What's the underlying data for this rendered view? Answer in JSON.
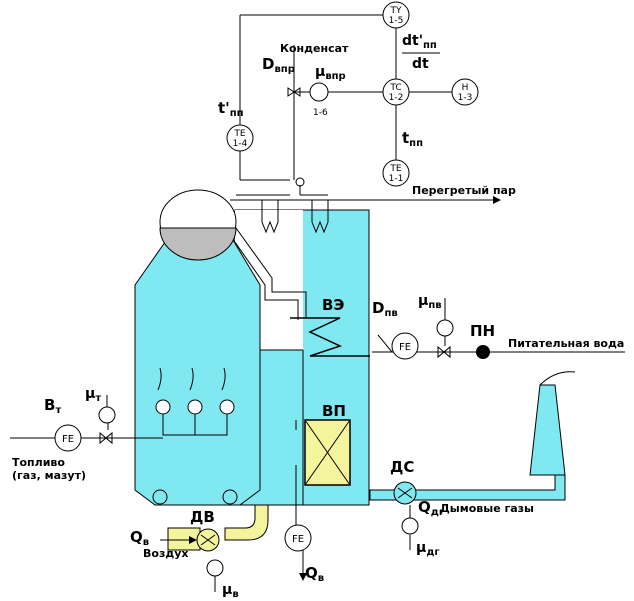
{
  "labels": {
    "condensate": "Конденсат",
    "superheated_steam": "Перегретый пар",
    "feed_water": "Питательная вода",
    "fuel_line1": "Топливо",
    "fuel_line2": "(газ, мазут)",
    "air": "Воздух",
    "flue_gases": "Дымовые газы",
    "economizer": "ВЭ",
    "air_heater": "ВП",
    "smoke_exhauster": "ДС",
    "blower_fan": "ДВ",
    "feed_pump": "ПН"
  },
  "instruments": {
    "ty15": [
      "TY",
      "1-5"
    ],
    "tc12": [
      "TC",
      "1-2"
    ],
    "h13": [
      "H",
      "1-3"
    ],
    "te14": [
      "TE",
      "1-4"
    ],
    "te11": [
      "TE",
      "1-1"
    ],
    "fe_pv": "FE",
    "fe_fuel": "FE",
    "fe_air": "FE",
    "mu_vpr_tag": "1-6"
  },
  "symbols": {
    "d_vpr": {
      "main": "D",
      "sub": "впр"
    },
    "mu_vpr": {
      "main": "μ",
      "sub": "впр"
    },
    "t_pp_prime": {
      "main": "t'",
      "sub": "пп"
    },
    "t_pp": {
      "main": "t",
      "sub": "пп"
    },
    "dt_num": {
      "main": "dt'",
      "sub": "пп"
    },
    "dt_den": "dt",
    "d_pv": {
      "main": "D",
      "sub": "пв"
    },
    "mu_pv": {
      "main": "μ",
      "sub": "пв"
    },
    "b_t": {
      "main": "B",
      "sub": "т"
    },
    "mu_t": {
      "main": "μ",
      "sub": "т"
    },
    "q_dg": {
      "main": "Q",
      "sub": "дг"
    },
    "mu_dg": {
      "main": "μ",
      "sub": "дг"
    },
    "q_v_left": {
      "main": "Q",
      "sub": "в"
    },
    "q_v_bottom": {
      "main": "Q",
      "sub": "в"
    },
    "mu_v": {
      "main": "μ",
      "sub": "в"
    }
  },
  "colors": {
    "water_steam": "#7fe8f0",
    "air_duct": "#f4f49c",
    "drum_water": "#bdbdbd",
    "line": "#000000"
  }
}
